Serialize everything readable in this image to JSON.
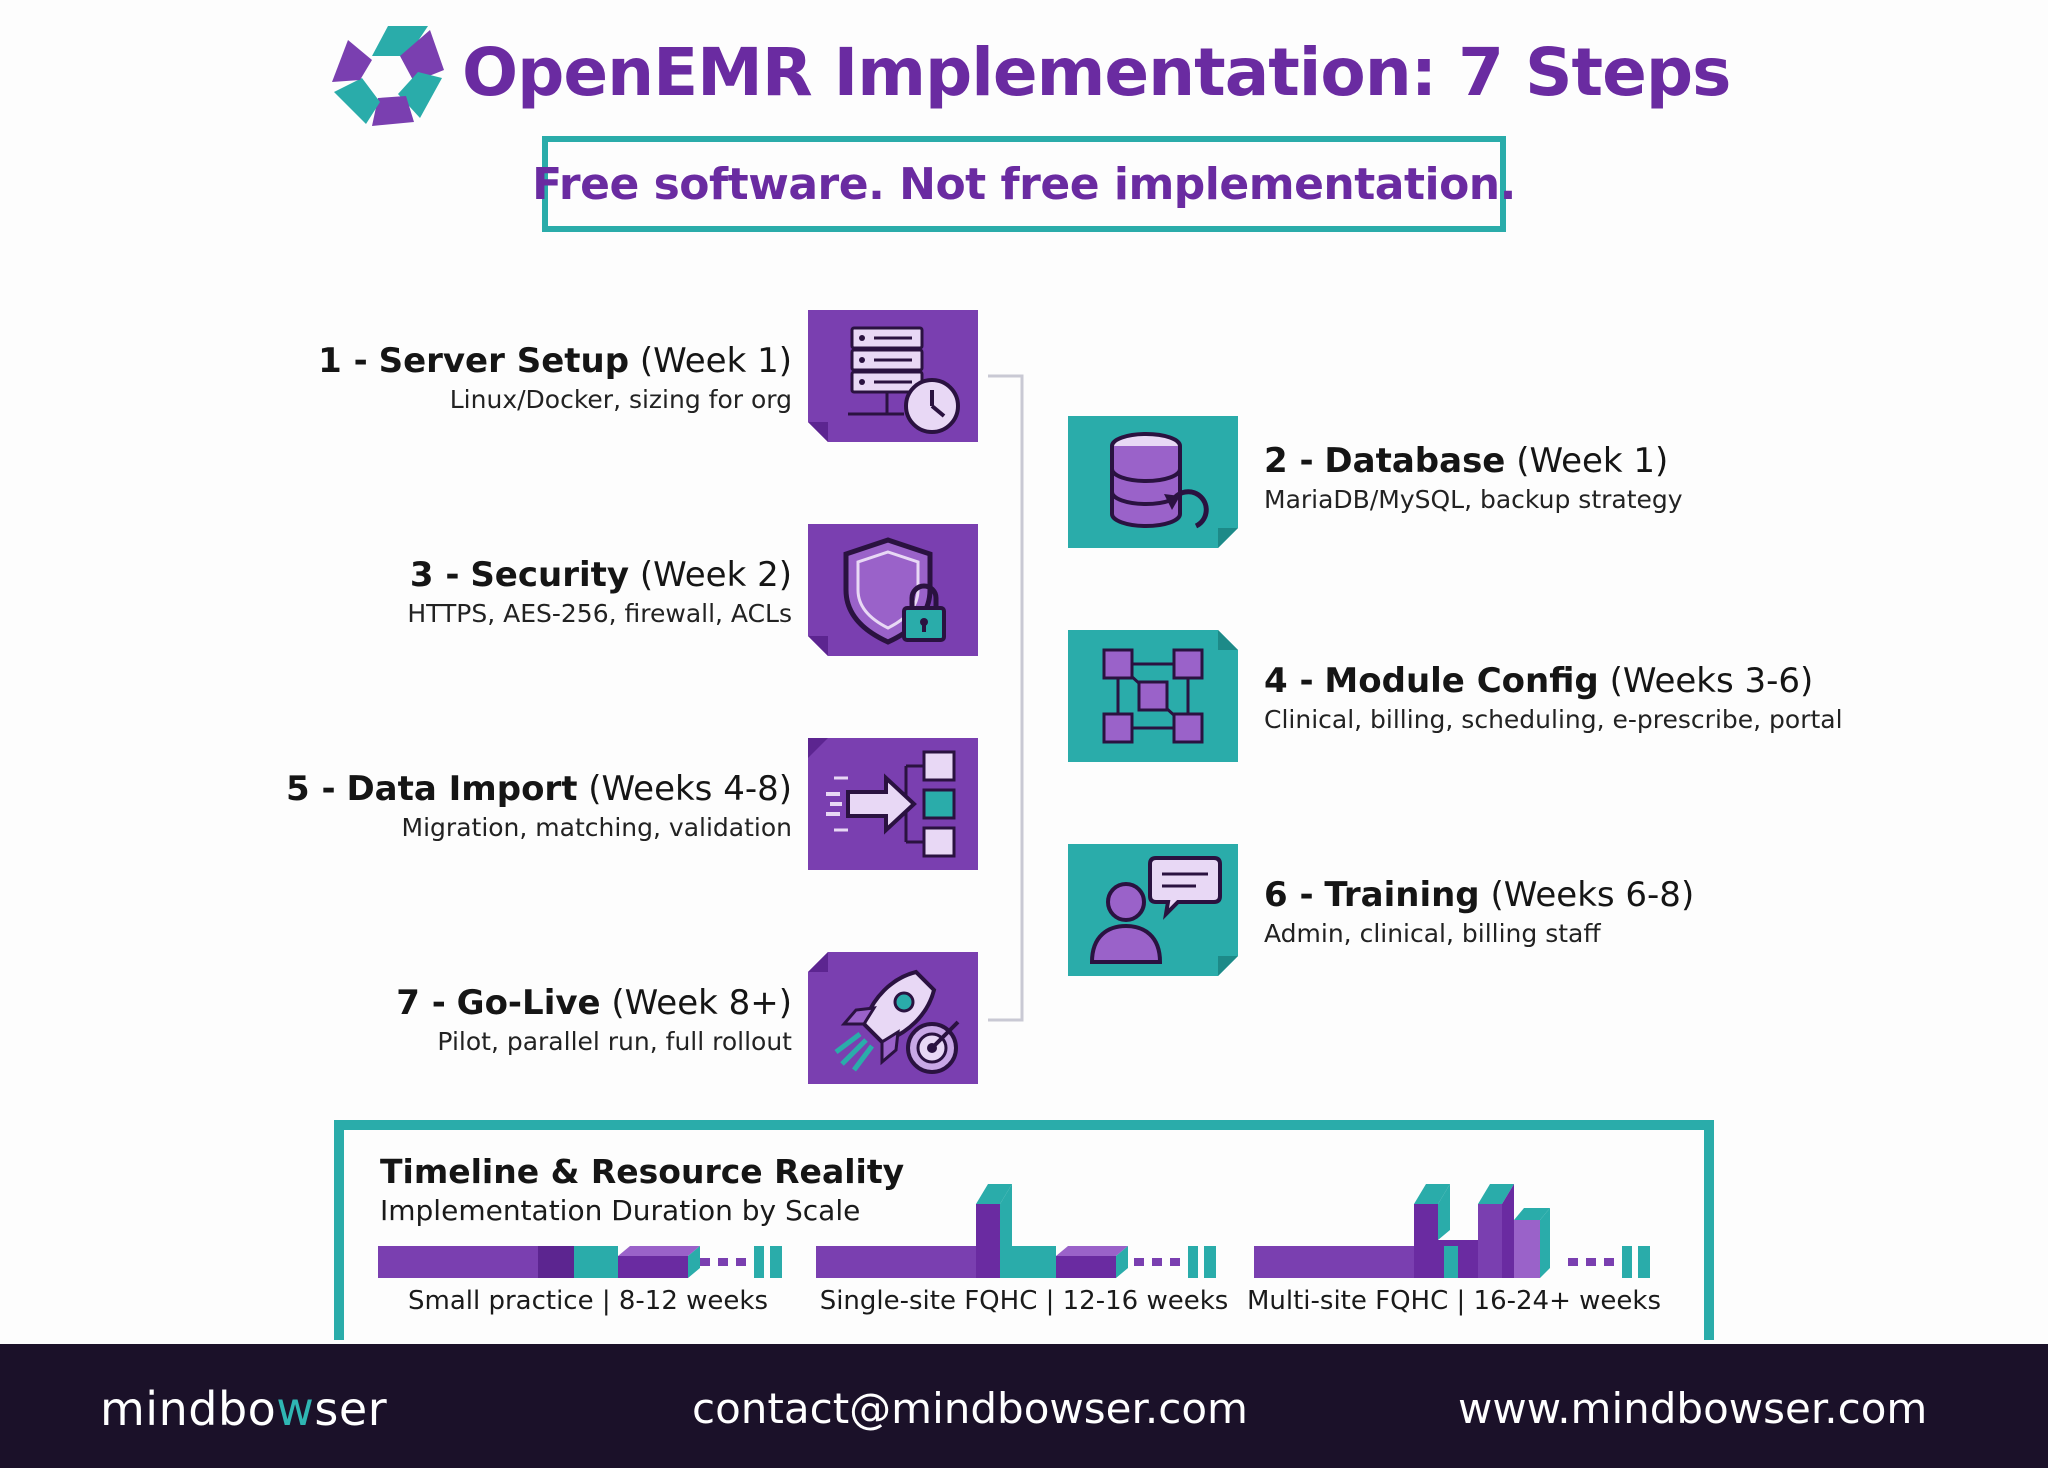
{
  "header": {
    "title": "OpenEMR Implementation: 7 Steps",
    "subtitle": "Free software. Not free implementation."
  },
  "steps": [
    {
      "num": "1 -",
      "name": "Server Setup",
      "duration": "(Week 1)",
      "detail": "Linux/Docker, sizing for org",
      "icon": "server-clock-icon"
    },
    {
      "num": "2 -",
      "name": "Database",
      "duration": "(Week 1)",
      "detail": "MariaDB/MySQL, backup strategy",
      "icon": "database-backup-icon"
    },
    {
      "num": "3 -",
      "name": "Security",
      "duration": "(Week 2)",
      "detail": "HTTPS, AES-256, firewall, ACLs",
      "icon": "shield-lock-icon"
    },
    {
      "num": "4 -",
      "name": "Module Config",
      "duration": "(Weeks 3-6)",
      "detail": "Clinical, billing, scheduling, e-prescribe, portal",
      "icon": "modules-network-icon"
    },
    {
      "num": "5 -",
      "name": "Data Import",
      "duration": "(Weeks 4-8)",
      "detail": "Migration, matching, validation",
      "icon": "data-import-icon"
    },
    {
      "num": "6 -",
      "name": "Training",
      "duration": "(Weeks 6-8)",
      "detail": "Admin, clinical, billing staff",
      "icon": "person-chat-icon"
    },
    {
      "num": "7 -",
      "name": "Go-Live",
      "duration": "(Week 8+)",
      "detail": "Pilot, parallel run, full rollout",
      "icon": "rocket-target-icon"
    }
  ],
  "timeline": {
    "title": "Timeline & Resource Reality",
    "subtitle": "Implementation Duration by Scale",
    "scales": [
      {
        "label": "Small practice | 8-12 weeks"
      },
      {
        "label": "Single-site FQHC | 12-16 weeks"
      },
      {
        "label": "Multi-site FQHC | 16-24+ weeks"
      }
    ]
  },
  "footer": {
    "brand_pre": "mindbo",
    "brand_accent": "w",
    "brand_post": "ser",
    "email": "contact@mindbowser.com",
    "website": "www.mindbowser.com"
  },
  "colors": {
    "purple": "#7a3fb0",
    "purple_dark": "#5c2590",
    "teal": "#2aacaa",
    "title_purple": "#6a2ba1",
    "footer_bg": "#1b1129"
  }
}
